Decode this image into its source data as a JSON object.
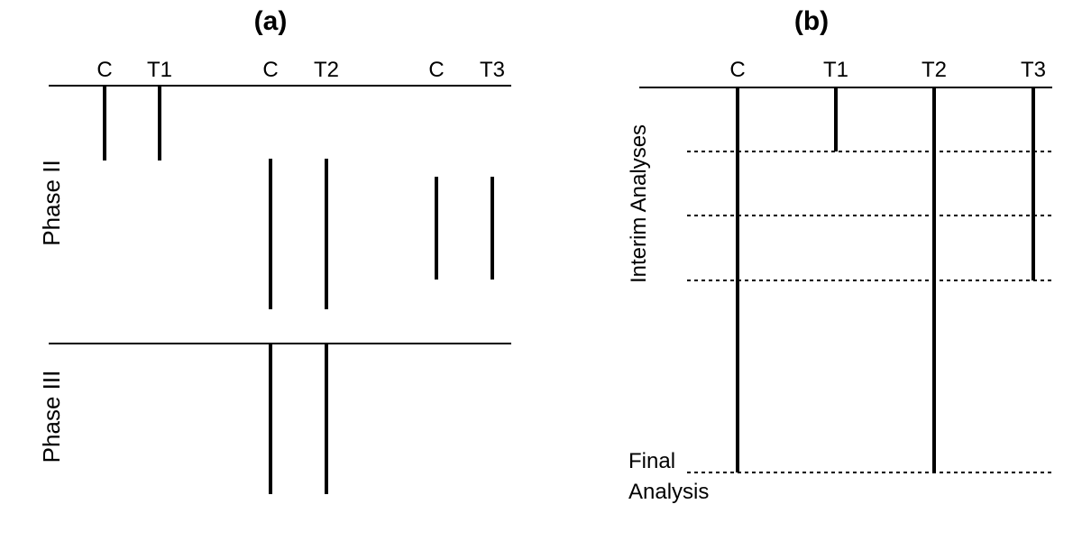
{
  "panel_a": {
    "title": "(a)",
    "arm_labels": [
      "C",
      "T1",
      "C",
      "T2",
      "C",
      "T3"
    ],
    "phase_labels": [
      "Phase II",
      "Phase III"
    ]
  },
  "panel_b": {
    "title": "(b)",
    "arm_labels": [
      "C",
      "T1",
      "T2",
      "T3"
    ],
    "interim_label": "Interim Analyses",
    "final_label_line1": "Final",
    "final_label_line2": "Analysis"
  },
  "colors": {
    "ink": "#000000",
    "background": "#ffffff"
  }
}
